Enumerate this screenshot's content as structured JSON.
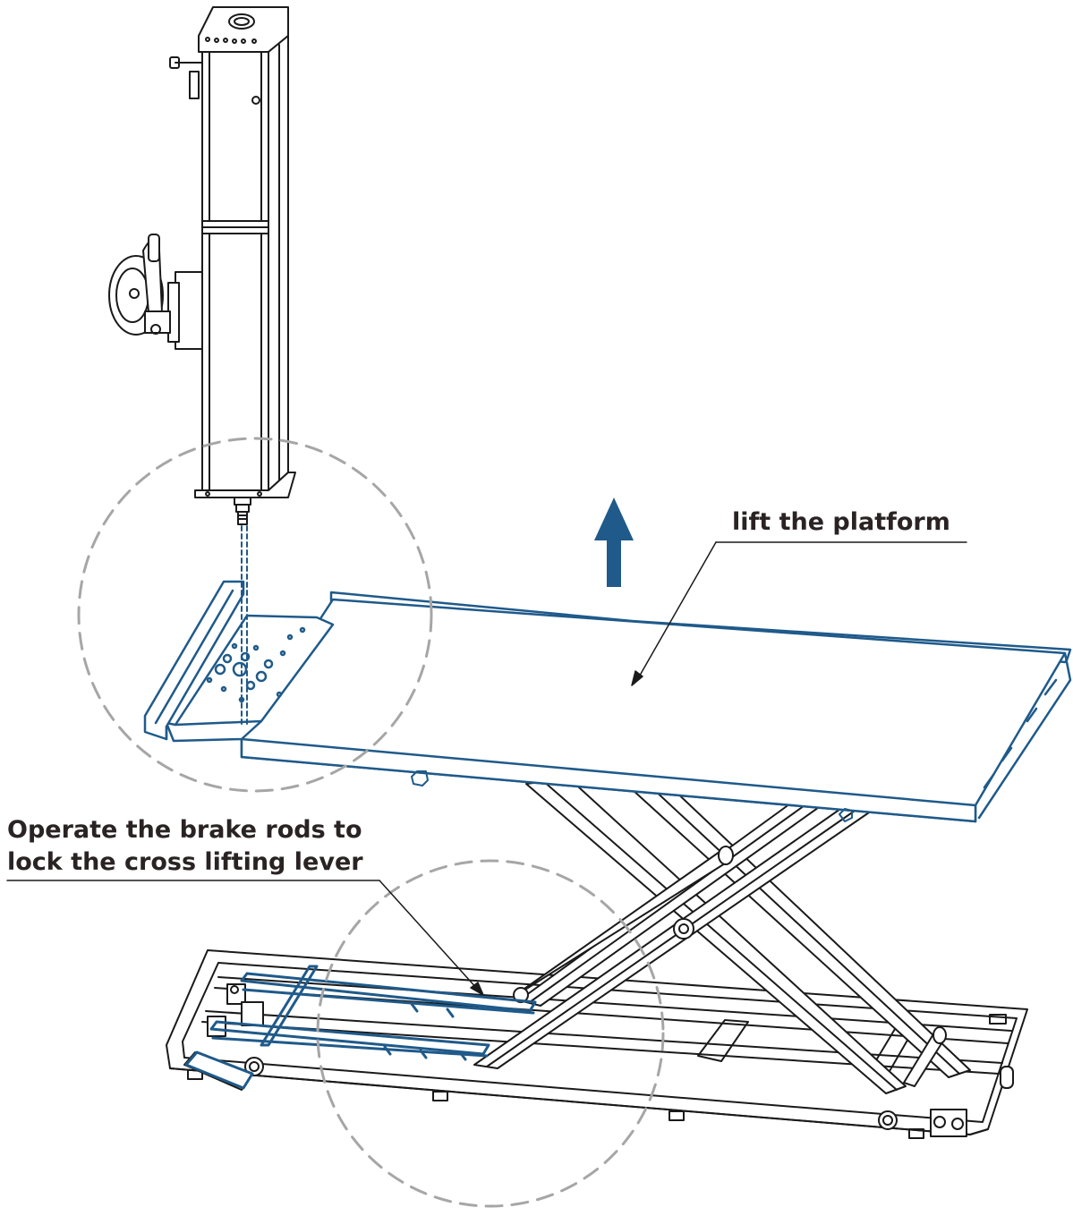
{
  "labels": {
    "lift_platform": "lift the platform",
    "brake_line1": "Operate the brake rods to",
    "brake_line2": "lock the cross lifting lever"
  },
  "colors": {
    "highlight": "#1f5a8a",
    "linework": "#1a1a1a",
    "callout_circle": "#a6a6a6",
    "label_text": "#2a2324"
  },
  "icons": {
    "lift_direction": "arrow-up-icon"
  }
}
